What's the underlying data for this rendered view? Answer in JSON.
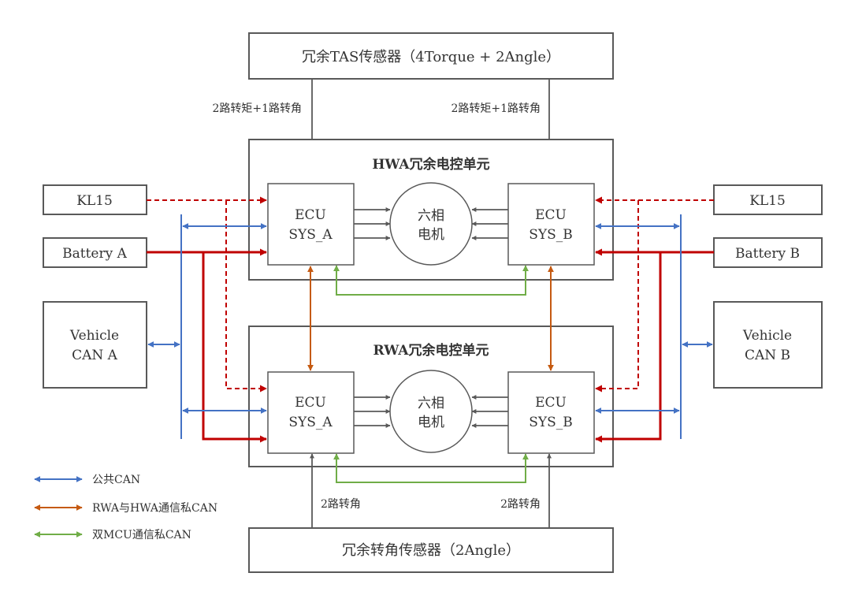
{
  "tas_sensor": "冗余TAS传感器（4Torque + 2Angle）",
  "tas_link_left": "2路转矩+1路转角",
  "tas_link_right": "2路转矩+1路转角",
  "hwa_title": "HWA冗余电控单元",
  "rwa_title": "RWA冗余电控单元",
  "ecu_a": [
    "ECU",
    "SYS_A"
  ],
  "ecu_b": [
    "ECU",
    "SYS_B"
  ],
  "motor": [
    "六相",
    "电机"
  ],
  "kl15_left": "KL15",
  "kl15_right": "KL15",
  "battery_a": "Battery A",
  "battery_b": "Battery B",
  "vehicle_can_a": [
    "Vehicle",
    "CAN A"
  ],
  "vehicle_can_b": [
    "Vehicle",
    "CAN B"
  ],
  "angle_link_left": "2路转角",
  "angle_link_right": "2路转角",
  "angle_sensor": "冗余转角传感器（2Angle）",
  "legend": [
    {
      "label": "公共CAN",
      "color": "#4472c4"
    },
    {
      "label": "RWA与HWA通信私CAN",
      "color": "#c55a11"
    },
    {
      "label": "双MCU通信私CAN",
      "color": "#70ad47"
    }
  ],
  "colors": {
    "power": "#c00000",
    "kl15": "#c00000",
    "signal": "#595959"
  }
}
